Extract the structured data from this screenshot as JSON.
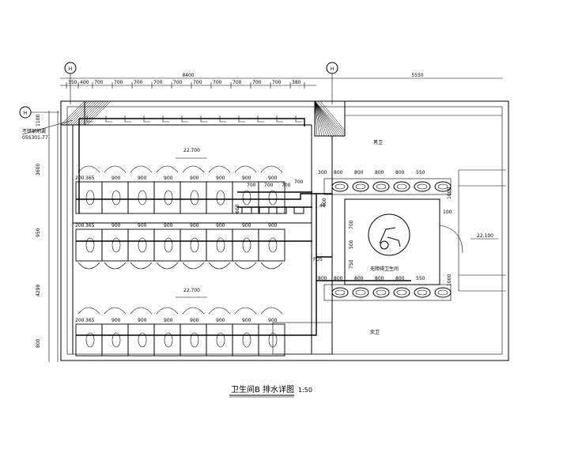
{
  "drawing": {
    "title": "卫生间B 排水详图",
    "scale": "1:50"
  },
  "grid_axes": [
    {
      "id": "axis-left-top",
      "label": "H"
    },
    {
      "id": "axis-right-top",
      "label": "H"
    },
    {
      "id": "axis-left-side",
      "label": "H"
    }
  ],
  "dimensions": {
    "top_total": "8400",
    "top_right_total": "5550",
    "top_segments": [
      "350",
      "400",
      "700",
      "700",
      "700",
      "700",
      "700",
      "700",
      "700",
      "700",
      "700",
      "700",
      "380"
    ],
    "left_segments": [
      "1100",
      "3600",
      "950",
      "4299",
      "800"
    ],
    "left_row_first": "200",
    "row_seq": [
      "365",
      "900",
      "900",
      "900",
      "900",
      "900",
      "900",
      "900"
    ],
    "middle_urinal": [
      "700",
      "700",
      "700",
      "700"
    ],
    "right_upper": [
      "300",
      "800",
      "800",
      "800",
      "800",
      "550"
    ],
    "right_lower": [
      "800",
      "800",
      "800",
      "800",
      "800",
      "550"
    ],
    "right_vertical": [
      "400",
      "700",
      "500",
      "750"
    ],
    "side_right": [
      "1000",
      "1000"
    ],
    "small_left": "600"
  },
  "labels": {
    "left_note_1": "不锈钢地漏",
    "left_note_2": "05S301-77",
    "elev_top": "22.700",
    "elev_bottom": "22.700",
    "elev_right": "22.100",
    "room_upper": "男卫",
    "room_lower": "女卫",
    "accessible": "无障碍卫生间",
    "fd_mark": "FD5",
    "tag_left": "40",
    "tag_right": "100"
  }
}
